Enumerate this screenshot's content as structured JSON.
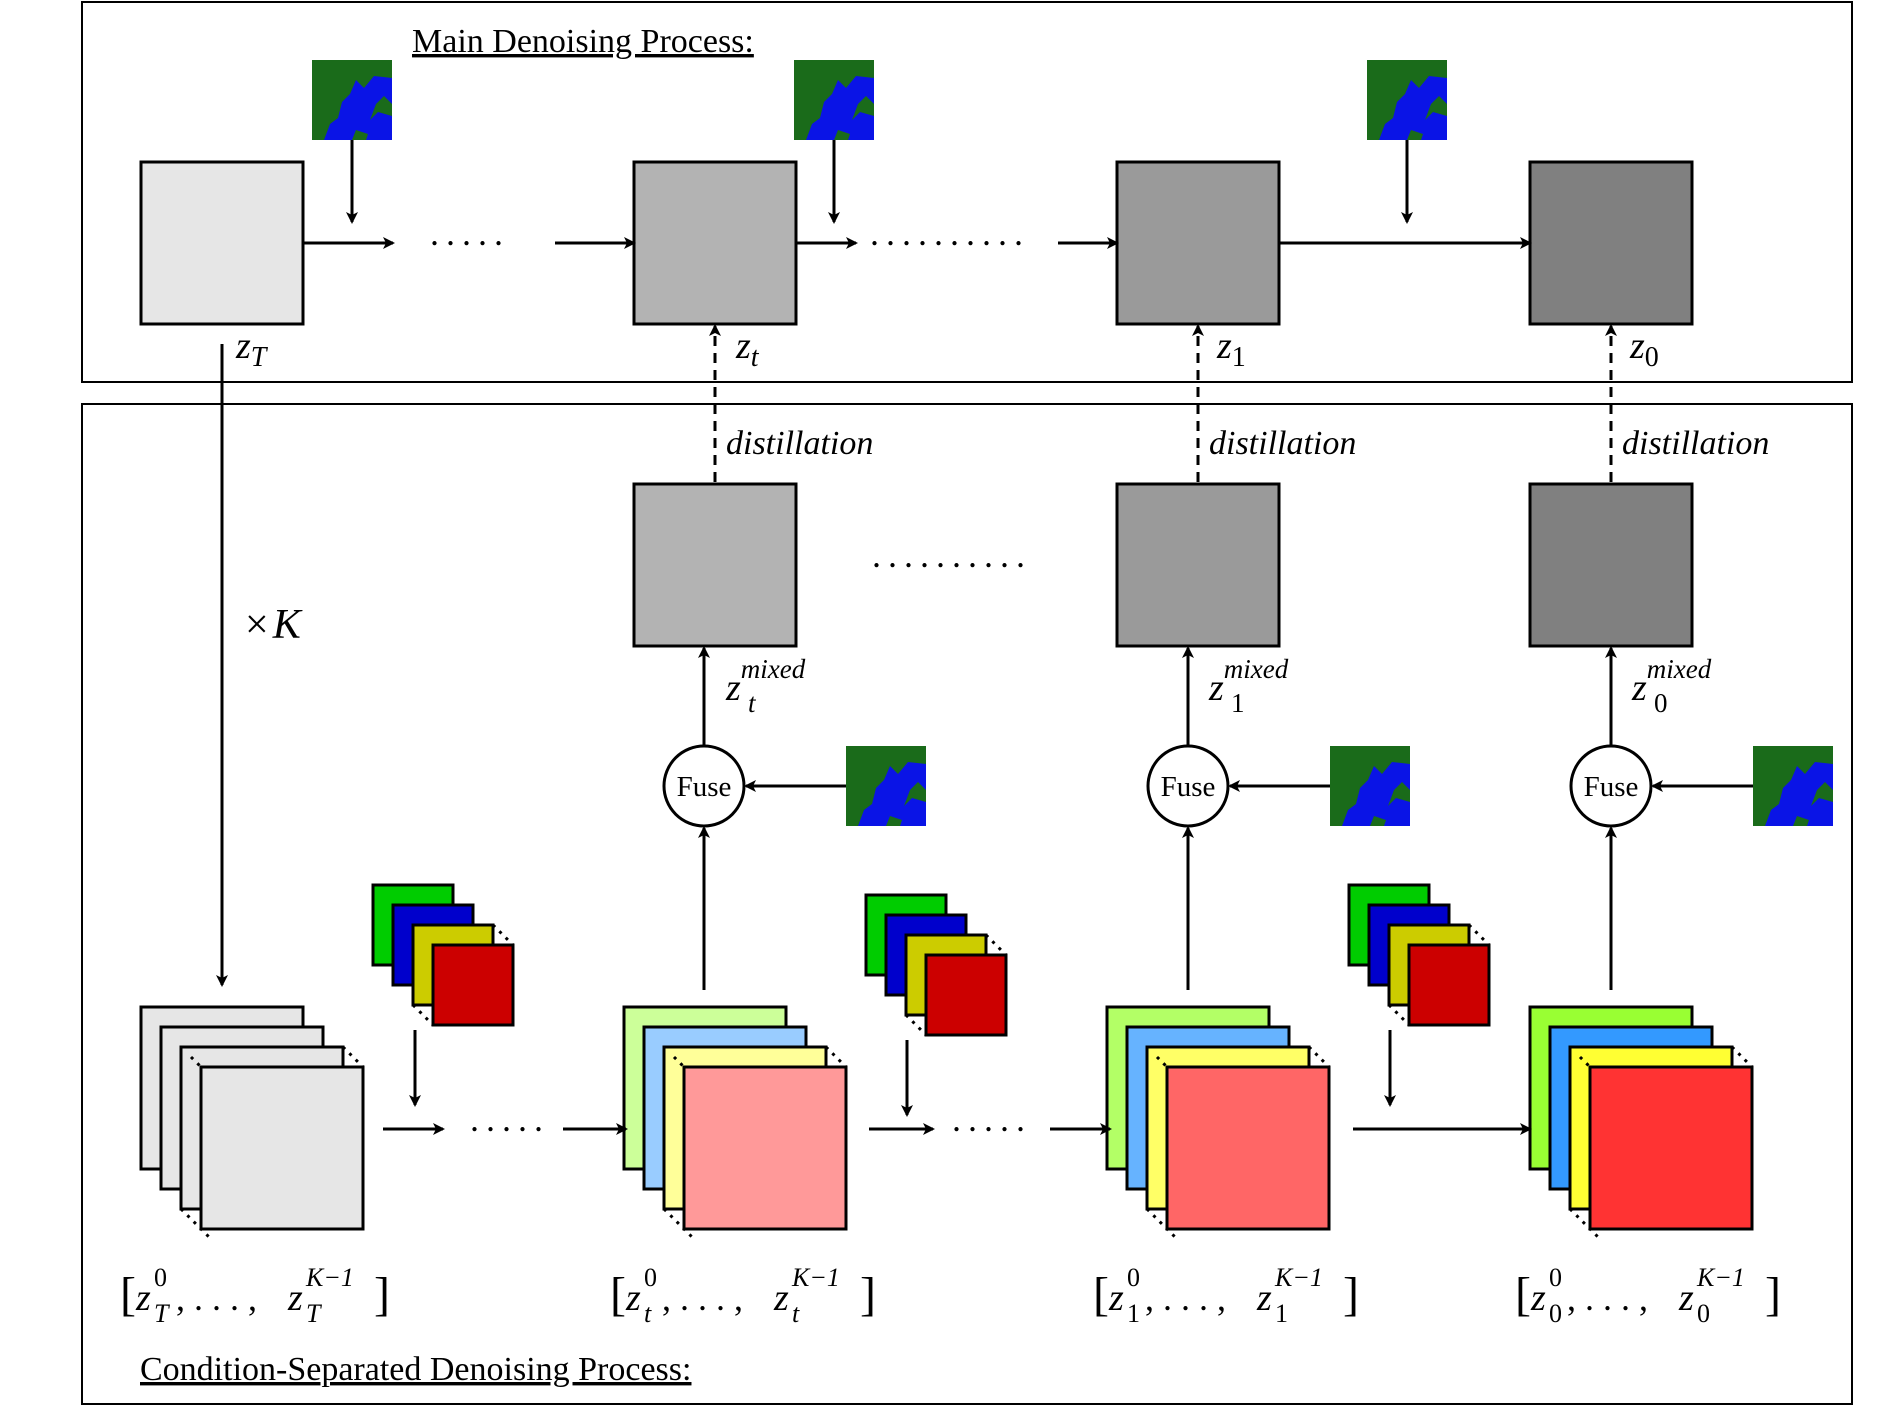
{
  "panels": {
    "main_title": "Main Denoising Process:",
    "cond_title": "Condition-Separated Denoising Process:"
  },
  "main": {
    "z_T": {
      "base": "z",
      "sub": "T"
    },
    "z_t": {
      "base": "z",
      "sub": "t"
    },
    "z_1": {
      "base": "z",
      "sub": "1"
    },
    "z_0": {
      "base": "z",
      "sub": "0"
    },
    "ellipsis_a": ".....",
    "ellipsis_b": ".........."
  },
  "distillation_label": "distillation",
  "mixed_labels": {
    "t": {
      "base": "z",
      "sup": "mixed",
      "sub": "t"
    },
    "one": {
      "base": "z",
      "sup": "mixed",
      "sub": "1"
    },
    "zero": {
      "base": "z",
      "sup": "mixed",
      "sub": "0"
    }
  },
  "middle_ellipsis": "..........",
  "times_k": {
    "symbol": "×",
    "var": "K"
  },
  "fuse_label": "Fuse",
  "bottom": {
    "ellipsis_a": ".....",
    "ellipsis_b": ".....",
    "stack_labels": [
      {
        "sup0": "0",
        "supK": "K−1",
        "sub": "T"
      },
      {
        "sup0": "0",
        "supK": "K−1",
        "sub": "t"
      },
      {
        "sup0": "0",
        "supK": "K−1",
        "sub": "1"
      },
      {
        "sup0": "0",
        "supK": "K−1",
        "sub": "0"
      }
    ],
    "bracket_open": "[",
    "bracket_close": "]",
    "comma_dots": ", . . . ,"
  },
  "colors": {
    "main_box_zT": "#e6e6e6",
    "main_box_zt": "#b3b3b3",
    "main_box_z1": "#9a9a9a",
    "main_box_z0": "#808080",
    "stack_zT": [
      "#e6e6e6",
      "#e6e6e6",
      "#e6e6e6",
      "#e6e6e6"
    ],
    "stack_zt": [
      "#ccff99",
      "#99ccff",
      "#ffff99",
      "#ff9999"
    ],
    "stack_z1": [
      "#b3ff66",
      "#66b3ff",
      "#ffff66",
      "#ff6666"
    ],
    "stack_z0": [
      "#99ff33",
      "#3399ff",
      "#ffff33",
      "#ff3333"
    ],
    "cond_masks": [
      "#00cc00",
      "#0000cc",
      "#cccc00",
      "#cc0000"
    ],
    "map_green": "#1a6b1a",
    "map_blue": "#0a14e6"
  },
  "icons": {
    "segmentation_map": "segmentation-map-icon",
    "condition_stack": "condition-mask-stack-icon"
  }
}
